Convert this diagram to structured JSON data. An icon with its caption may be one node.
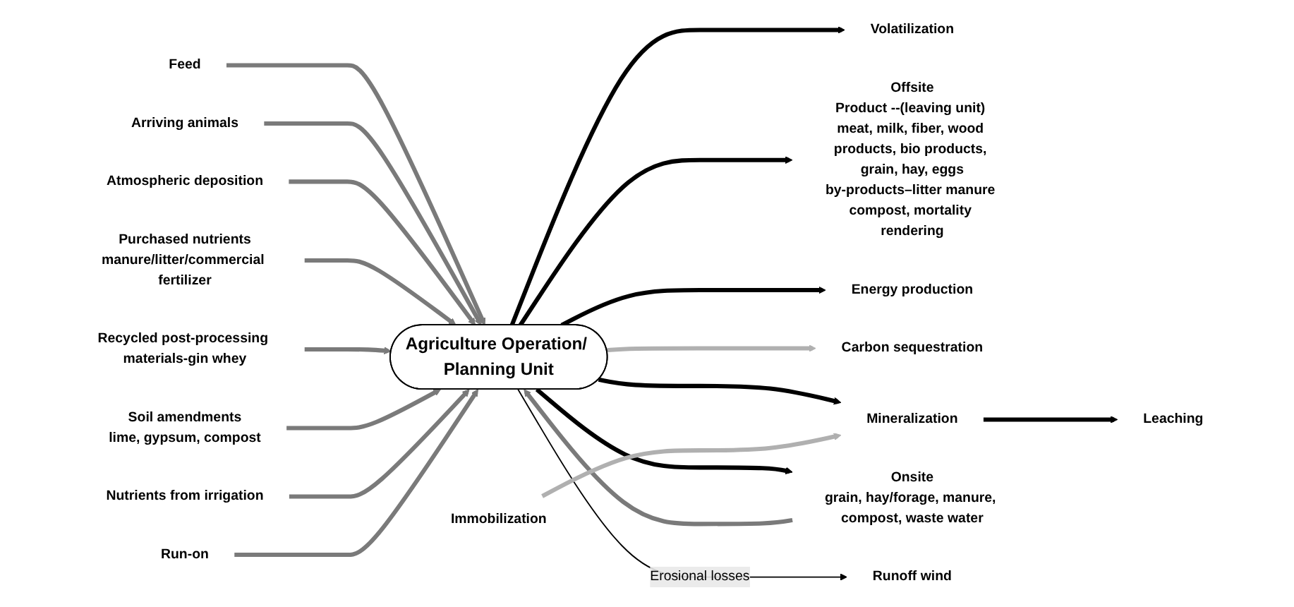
{
  "diagram": {
    "nodes": [
      {
        "text": [
          "Agriculture Operation/ Planning Unit"
        ]
      },
      {
        "text": [
          "Feed"
        ]
      },
      {
        "text": [
          "Arriving animals"
        ]
      },
      {
        "text": [
          "Atmospheric deposition"
        ]
      },
      {
        "text": [
          "Volatilization"
        ]
      },
      {
        "text": [
          "Purchased nutrients",
          "manure/litter/commercial fertilizer"
        ]
      },
      {
        "text": [
          "Recycled post-processing materials-gin whey"
        ]
      },
      {
        "text": [
          "Soil amendments",
          "lime, gypsum, compost"
        ]
      },
      {
        "text": [
          "Nutrients from irrigation"
        ]
      },
      {
        "text": [
          "Offsite",
          "Product --(leaving unit) meat, milk, fiber, wood products, bio products, grain, hay, eggs",
          "by-products–litter manure compost, mortality rendering"
        ]
      },
      {
        "text": [
          "Run-on"
        ]
      },
      {
        "text": [
          "Energy production"
        ]
      },
      {
        "text": [
          "Carbon sequestration"
        ]
      },
      {
        "text": [
          "Mineralization"
        ]
      },
      {
        "text": [
          "Onsite",
          "grain, hay/forage, manure, compost, waste water"
        ]
      },
      {
        "text": [
          "Runoff wind"
        ]
      },
      {
        "text": [
          "Immobilization"
        ]
      },
      {
        "text": [
          "Leaching"
        ]
      }
    ],
    "edges": [
      {
        "from": 1,
        "to": 0,
        "arrow": "to"
      },
      {
        "from": 2,
        "to": 0,
        "arrow": "to"
      },
      {
        "from": 3,
        "to": 0,
        "arrow": "to"
      },
      {
        "from": 0,
        "to": 4,
        "arrow": "to",
        "color": "#000000"
      },
      {
        "from": 5,
        "to": 0,
        "arrow": "to"
      },
      {
        "from": 6,
        "to": 0,
        "arrow": "to"
      },
      {
        "from": 7,
        "to": 0,
        "arrow": "to"
      },
      {
        "from": 8,
        "to": 0,
        "arrow": "to"
      },
      {
        "from": 0,
        "to": 9,
        "arrow": "to",
        "color": "#000000"
      },
      {
        "from": 10,
        "to": 0,
        "arrow": "to"
      },
      {
        "from": 0,
        "to": 11,
        "arrow": "to",
        "color": "#000000"
      },
      {
        "from": 0,
        "to": 12,
        "arrow": "to",
        "color": "#b0b0b0"
      },
      {
        "from": 0,
        "to": 13,
        "arrow": "to",
        "color": "#000000"
      },
      {
        "from": 0,
        "to": 14,
        "arrow": "to",
        "color": "#000000"
      },
      {
        "from": 14,
        "to": 0,
        "arrow": "to"
      },
      {
        "from": 0,
        "to": 15,
        "arrow": "to",
        "label": "Erosional losses",
        "color": "#000000"
      },
      {
        "from": 16,
        "to": 13,
        "arrow": "to",
        "color": "#b0b0b0"
      },
      {
        "from": 13,
        "to": 17,
        "arrow": "to",
        "color": "#000000"
      }
    ]
  }
}
